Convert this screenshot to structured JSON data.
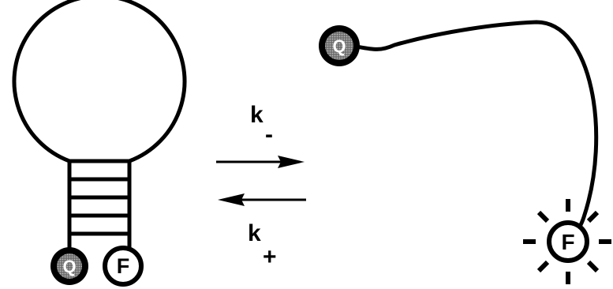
{
  "closed_state": {
    "quencher_label": "Q",
    "fluorophore_label": "F"
  },
  "open_state": {
    "quencher_label": "Q",
    "fluorophore_label": "F"
  },
  "equilibrium": {
    "forward_rate_symbol": "k",
    "forward_rate_sign": "-",
    "reverse_rate_symbol": "k",
    "reverse_rate_sign": "+"
  },
  "colors": {
    "ink": "#000000",
    "quencher_fill": "#8a8a8a",
    "background": "#ffffff"
  }
}
